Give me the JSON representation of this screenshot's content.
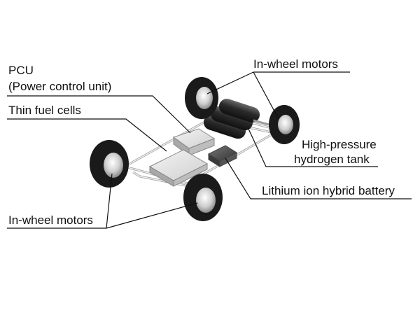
{
  "labels": {
    "pcu_line1": "PCU",
    "pcu_line2": "(Power control unit)",
    "fuel_cells": "Thin fuel cells",
    "motors_top": "In-wheel motors",
    "tank_line1": "High-pressure",
    "tank_line2": "hydrogen tank",
    "battery": "Lithium ion hybrid battery",
    "motors_bottom": "In-wheel motors"
  },
  "colors": {
    "tire": "#1a1a1a",
    "rim": "#d8d8d8",
    "frame": "#e6e6e6",
    "component": "#cfcfcf",
    "tank": "#2a2a2a"
  }
}
